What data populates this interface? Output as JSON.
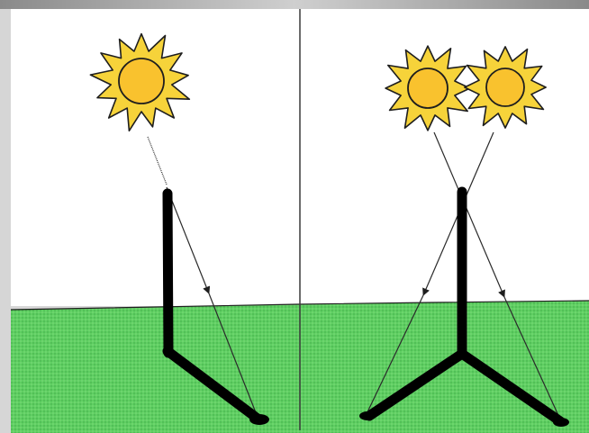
{
  "panels": [
    {
      "id": "left",
      "sun_count": 1,
      "shadow_count": 1
    },
    {
      "id": "right",
      "sun_count": 2,
      "shadow_count": 2
    }
  ],
  "colors": {
    "frame": "#d6d6d6",
    "sky": "#ffffff",
    "grass": "#5fcf62",
    "grass_dark": "#3fa847",
    "sun_fill": "#f6d33a",
    "sun_outline": "#1e1e1e",
    "pole": "#000000",
    "ray": "#2a2a2a",
    "divider": "#3a3a3a"
  },
  "icons": [
    "sun-icon",
    "pole-icon",
    "shadow-icon",
    "light-ray-arrow"
  ]
}
